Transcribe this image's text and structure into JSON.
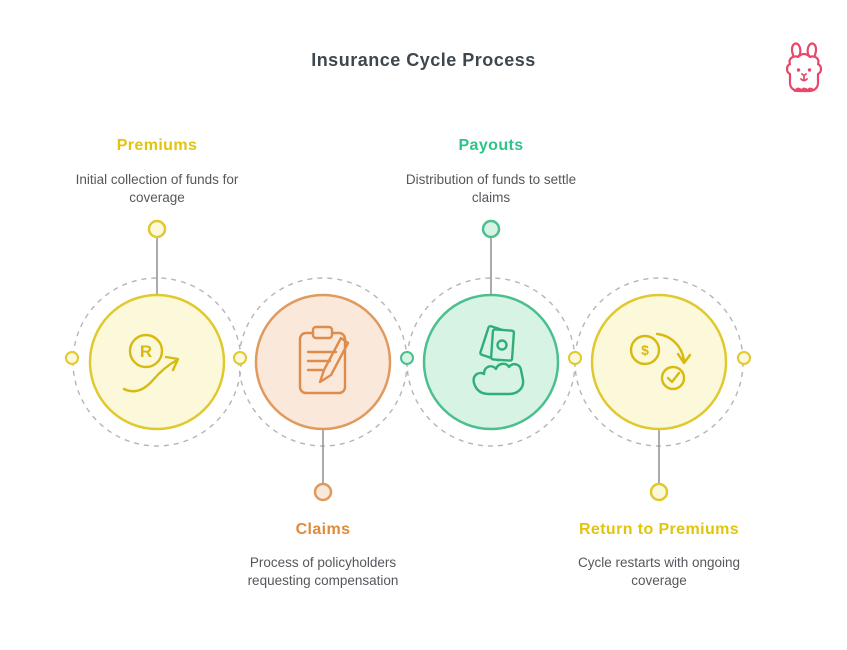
{
  "title": "Insurance Cycle Process",
  "logo": {
    "icon": "alpaca-icon",
    "color": "#e8476c"
  },
  "nodes": [
    {
      "id": "premiums",
      "label": "Premiums",
      "description": "Initial collection of funds for coverage",
      "label_position": "top",
      "icon": "currency-growth-icon",
      "accent_color": "#e3c40d",
      "circle_stroke": "#e0c92f",
      "circle_fill": "#fcf8da"
    },
    {
      "id": "claims",
      "label": "Claims",
      "description": "Process of policyholders requesting compensation",
      "label_position": "bottom",
      "icon": "clipboard-pencil-icon",
      "accent_color": "#e08a3c",
      "circle_stroke": "#e09a5e",
      "circle_fill": "#fae8da"
    },
    {
      "id": "payouts",
      "label": "Payouts",
      "description": "Distribution of funds to settle claims",
      "label_position": "top",
      "icon": "hand-money-icon",
      "accent_color": "#2ec487",
      "circle_stroke": "#4bbf8e",
      "circle_fill": "#d7f3e3"
    },
    {
      "id": "return-to-premiums",
      "label": "Return to Premiums",
      "description": "Cycle restarts with ongoing coverage",
      "label_position": "bottom",
      "icon": "coin-refresh-check-icon",
      "accent_color": "#e3c40d",
      "circle_stroke": "#e0c92f",
      "circle_fill": "#fcf8da"
    }
  ]
}
